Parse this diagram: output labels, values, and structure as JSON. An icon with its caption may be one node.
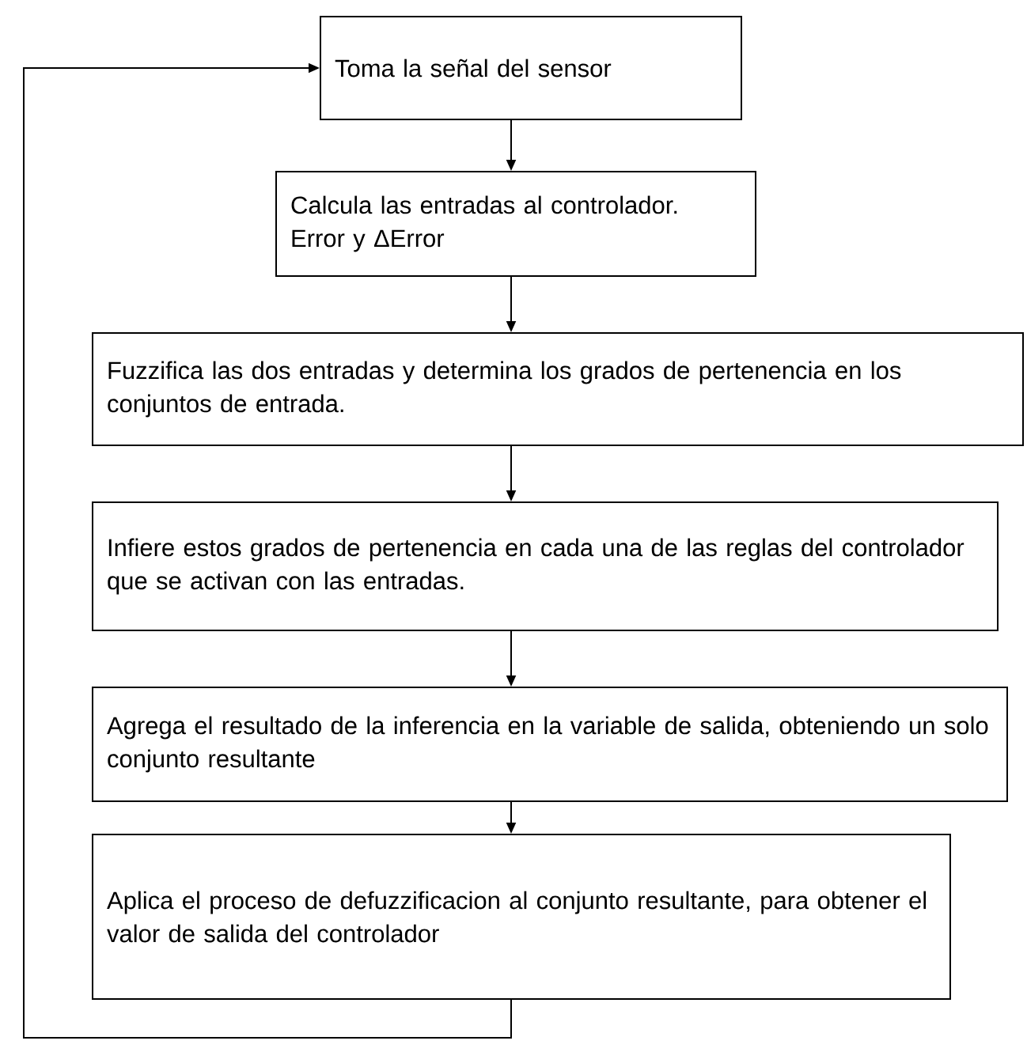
{
  "diagram": {
    "nodes": [
      {
        "text": [
          "Toma la señal del sensor"
        ]
      },
      {
        "text": [
          "Calcula las entradas al controlador. Error y ΔError"
        ]
      },
      {
        "text": [
          "Fuzzifica las dos entradas y determina los grados de pertenencia en los conjuntos de entrada."
        ]
      },
      {
        "text": [
          "Infiere estos grados de pertenencia en cada una de las reglas del controlador que se activan con las entradas."
        ]
      },
      {
        "text": [
          "Agrega el resultado de la inferencia en la variable de salida, obteniendo un solo conjunto resultante"
        ]
      },
      {
        "text": [
          "Aplica el proceso de defuzzificacion al conjunto resultante, para obtener el valor de salida del controlador"
        ]
      }
    ],
    "edges": [
      {
        "from": 0,
        "to": 1,
        "arrow": "to"
      },
      {
        "from": 1,
        "to": 2,
        "arrow": "to"
      },
      {
        "from": 2,
        "to": 3,
        "arrow": "to"
      },
      {
        "from": 3,
        "to": 4,
        "arrow": "to"
      },
      {
        "from": 4,
        "to": 5,
        "arrow": "to"
      },
      {
        "from": 5,
        "to": 0,
        "arrow": "to"
      }
    ]
  }
}
